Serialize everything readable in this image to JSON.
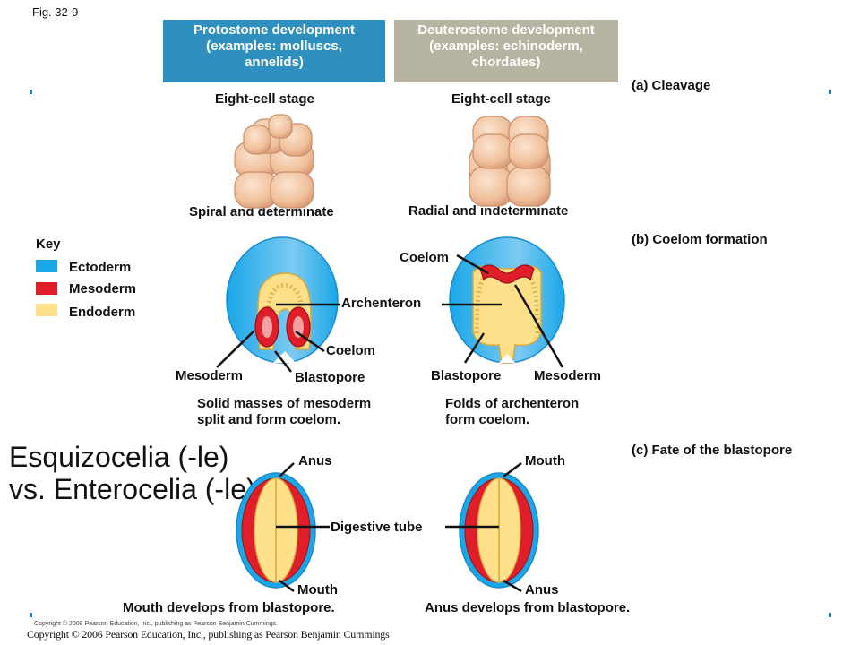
{
  "figure_label": "Fig. 32-9",
  "headers": {
    "protostome": [
      "Protostome development",
      "(examples: molluscs,",
      "annelids)"
    ],
    "deuterostome": [
      "Deuterostome development",
      "(examples: echinoderm,",
      "chordates)"
    ]
  },
  "sections": {
    "cleavage": "(a) Cleavage",
    "coelom": "(b) Coelom formation",
    "blastopore": "(c) Fate of the blastopore"
  },
  "cleavage": {
    "left_stage": "Eight-cell stage",
    "right_stage": "Eight-cell stage",
    "left_type": "Spiral and determinate",
    "right_type": "Radial and indeterminate"
  },
  "key": {
    "title": "Key",
    "items": [
      {
        "label": "Ectoderm",
        "color": "#1aa7e8"
      },
      {
        "label": "Mesoderm",
        "color": "#e01e2a"
      },
      {
        "label": "Endoderm",
        "color": "#ffe08a"
      }
    ]
  },
  "coelom_labels": {
    "coelom_top": "Coelom",
    "archenteron": "Archenteron",
    "coelom_left": "Coelom",
    "mesoderm_left": "Mesoderm",
    "blastopore_left": "Blastopore",
    "blastopore_right": "Blastopore",
    "mesoderm_right": "Mesoderm",
    "caption_left": [
      "Solid masses of mesoderm",
      "split and form coelom."
    ],
    "caption_right": [
      "Folds of archenteron",
      "form coelom."
    ]
  },
  "note": [
    "Esquizocelia (-le)",
    "vs. Enterocelia (-le)"
  ],
  "fate_labels": {
    "anus_top": "Anus",
    "mouth_top": "Mouth",
    "digestive": "Digestive tube",
    "mouth_bottom": "Mouth",
    "anus_bottom": "Anus",
    "caption_left": "Mouth develops from blastopore.",
    "caption_right": "Anus develops from blastopore."
  },
  "copyright": {
    "small": "Copyright © 2008 Pearson Education, Inc., publishing as Pearson Benjamin Cummings.",
    "large": "Copyright © 2006 Pearson Education, Inc., publishing as Pearson Benjamin Cummings"
  },
  "colors": {
    "ectoderm": "#1aa7e8",
    "mesoderm": "#e01e2a",
    "endoderm": "#ffe08a",
    "header_proto": "#2f8fbf",
    "header_deut": "#b7b3a1",
    "embryo_cell": "#f2c7a4"
  }
}
